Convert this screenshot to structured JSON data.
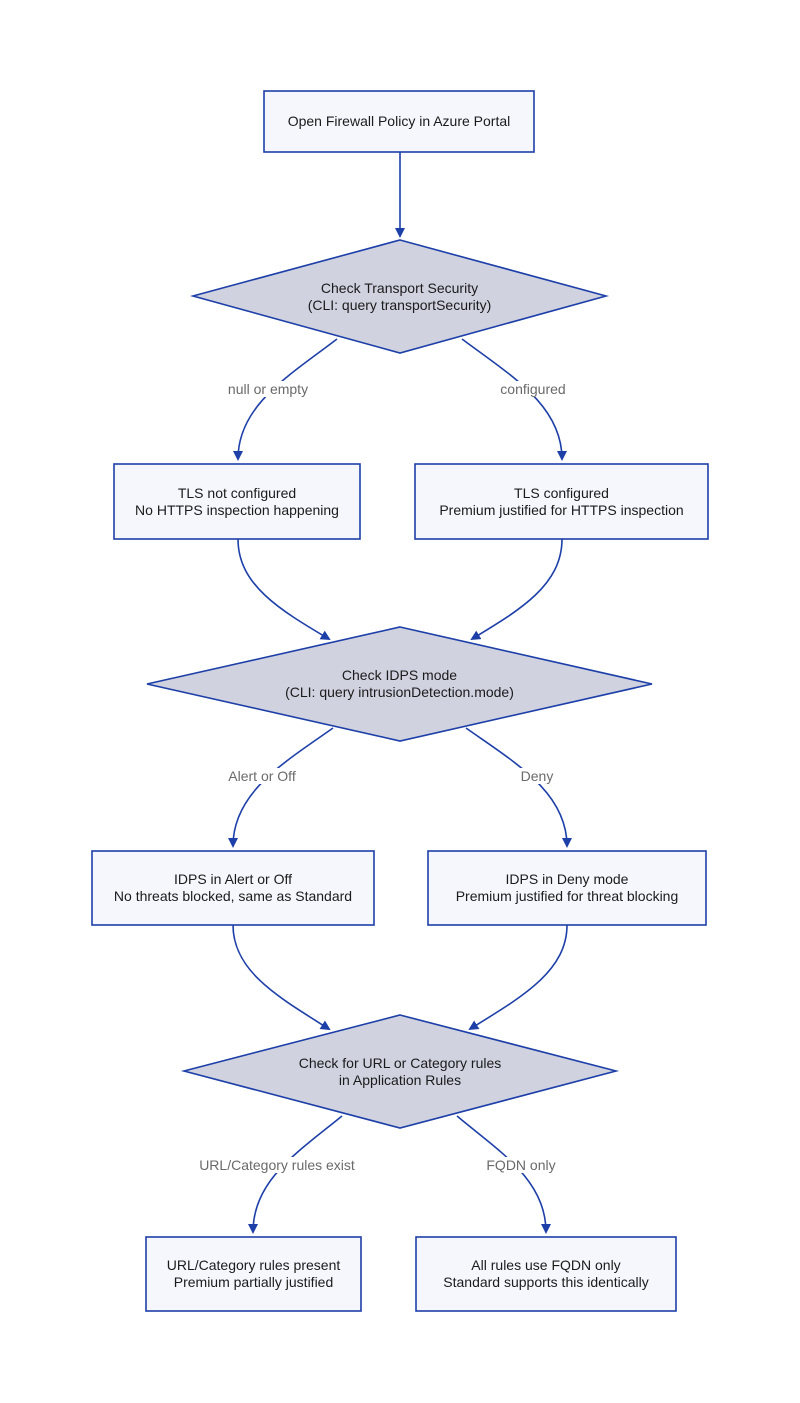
{
  "colors": {
    "box_fill": "#f5f7fc",
    "box_stroke": "#1d3fa8",
    "decision_fill": "#d0d2e0",
    "edge": "#1d3fa8",
    "label": "#6a6a6a"
  },
  "nodes": {
    "start": {
      "line1": "Open Firewall Policy in Azure Portal",
      "line2": ""
    },
    "check_tls": {
      "line1": "Check Transport Security",
      "line2": "(CLI: query transportSecurity)"
    },
    "tls_not": {
      "line1": "TLS not configured",
      "line2": "No HTTPS inspection happening"
    },
    "tls_yes": {
      "line1": "TLS configured",
      "line2": "Premium justified for HTTPS inspection"
    },
    "check_idps": {
      "line1": "Check IDPS mode",
      "line2": "(CLI: query intrusionDetection.mode)"
    },
    "idps_alert": {
      "line1": "IDPS in Alert or Off",
      "line2": "No threats blocked, same as Standard"
    },
    "idps_deny": {
      "line1": "IDPS in Deny mode",
      "line2": "Premium justified for threat blocking"
    },
    "check_url": {
      "line1": "Check for URL or Category rules",
      "line2": "in Application Rules"
    },
    "url_present": {
      "line1": "URL/Category rules present",
      "line2": "Premium partially justified"
    },
    "fqdn_only": {
      "line1": "All rules use FQDN only",
      "line2": "Standard supports this identically"
    }
  },
  "edge_labels": {
    "tls_null": "null or empty",
    "tls_configured": "configured",
    "idps_alert": "Alert or Off",
    "idps_deny": "Deny",
    "url_exist": "URL/Category rules exist",
    "fqdn_only": "FQDN only"
  }
}
